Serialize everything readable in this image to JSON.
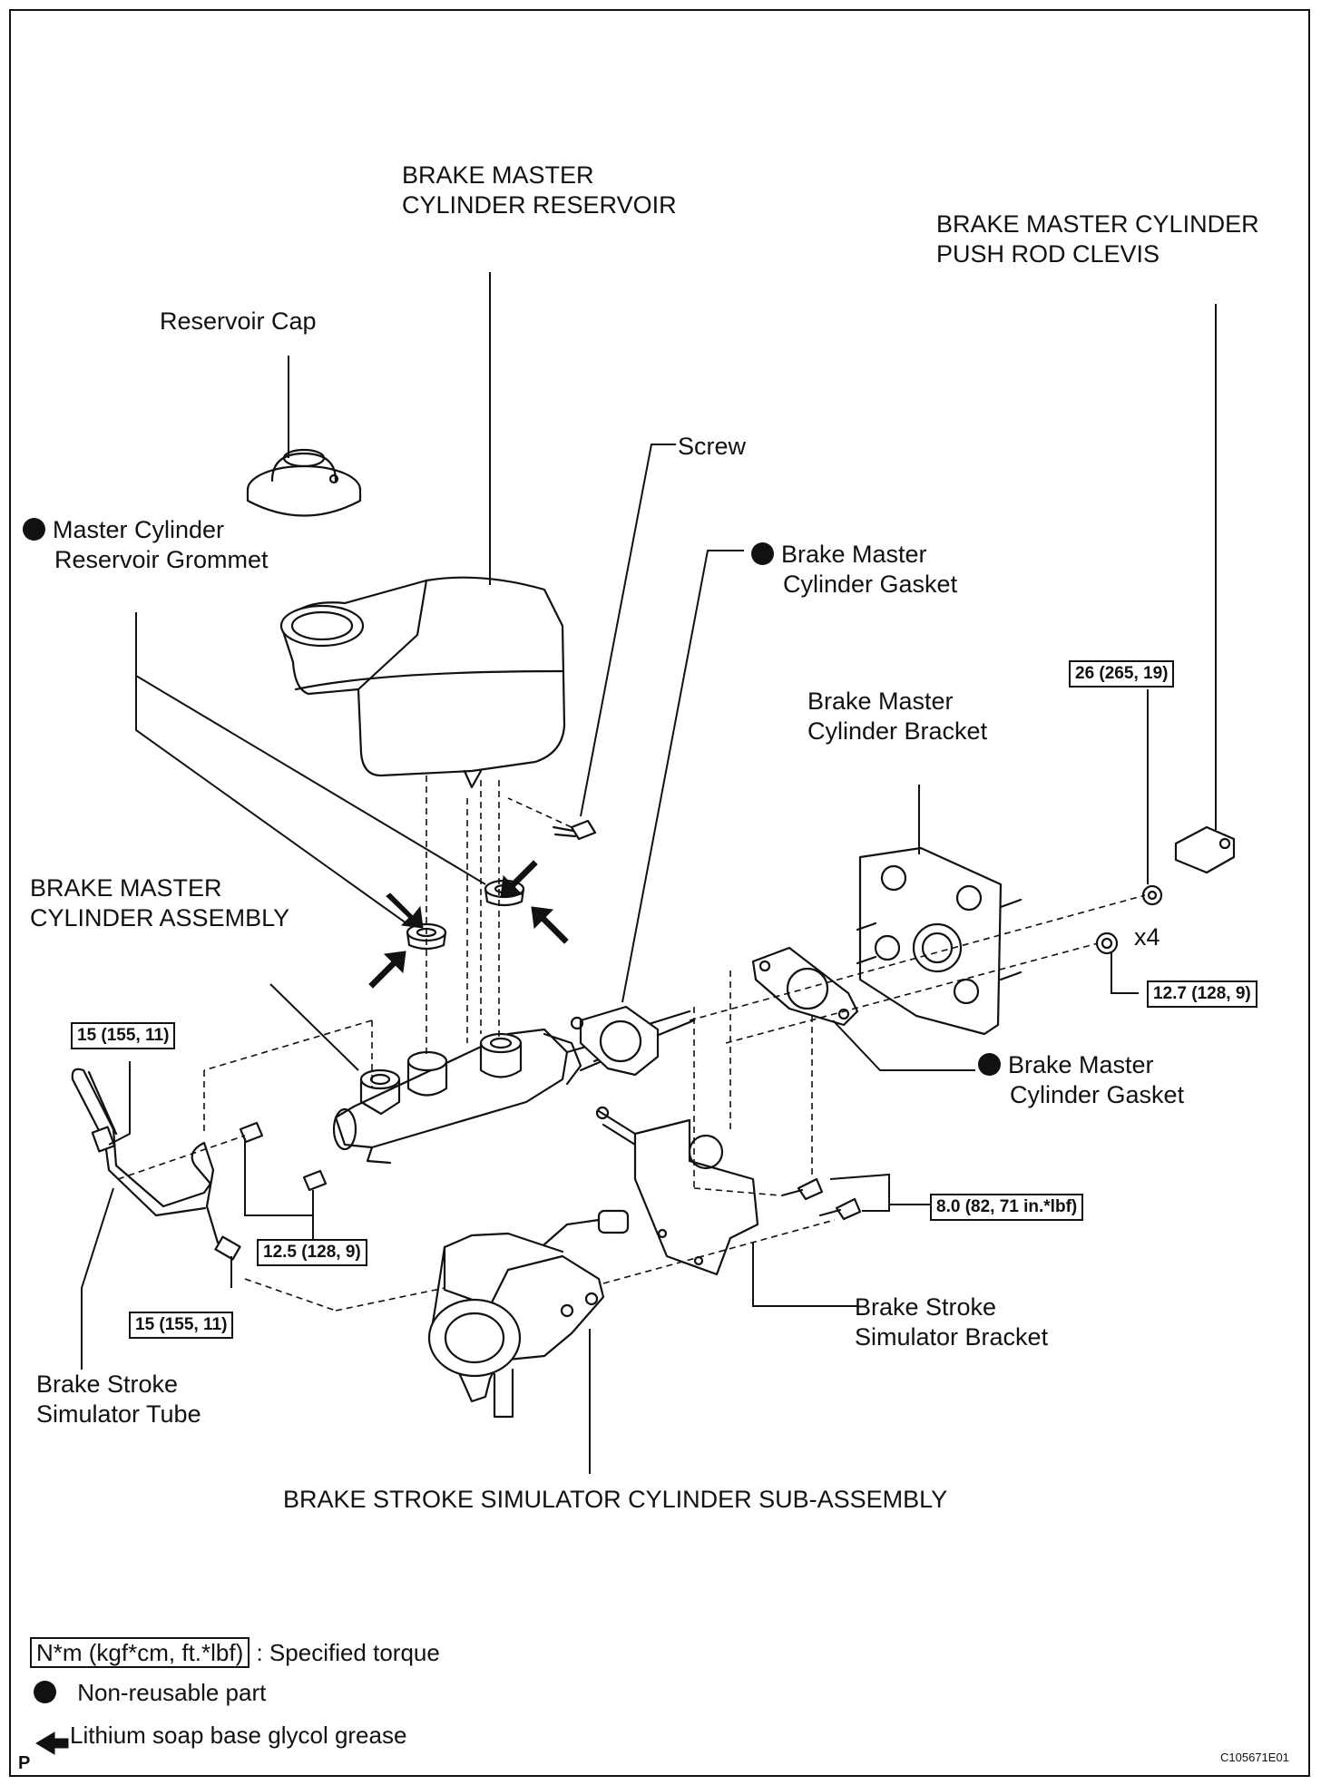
{
  "labels": {
    "reservoir_title": [
      "BRAKE MASTER",
      "CYLINDER RESERVOIR"
    ],
    "clevis_title": [
      "BRAKE MASTER CYLINDER",
      "PUSH ROD CLEVIS"
    ],
    "reservoir_cap": "Reservoir Cap",
    "screw": "Screw",
    "grommet": [
      "Master Cylinder",
      "Reservoir Grommet"
    ],
    "gasket_top": [
      "Brake Master",
      "Cylinder Gasket"
    ],
    "bracket": [
      "Brake Master",
      "Cylinder Bracket"
    ],
    "assembly": [
      "BRAKE MASTER",
      "CYLINDER ASSEMBLY"
    ],
    "gasket_right": [
      "Brake Master",
      "Cylinder Gasket"
    ],
    "x4": "x4",
    "sim_bracket": [
      "Brake Stroke",
      "Simulator Bracket"
    ],
    "sim_tube": [
      "Brake Stroke",
      "Simulator Tube"
    ],
    "sim_cylinder": "BRAKE STROKE SIMULATOR CYLINDER SUB-ASSEMBLY"
  },
  "torques": {
    "t26": "26 (265, 19)",
    "t12_7": "12.7 (128, 9)",
    "t15_top": "15 (155, 11)",
    "t8_0": "8.0 (82, 71 in.*lbf)",
    "t12_5": "12.5 (128, 9)",
    "t15_bottom": "15 (155, 11)"
  },
  "legend": {
    "torque_box": "N*m (kgf*cm, ft.*lbf)",
    "torque_text": ": Specified torque",
    "nonreusable": "Non-reusable part",
    "grease": "Lithium soap base glycol grease"
  },
  "footer": {
    "letter": "P",
    "code": "C105671E01"
  }
}
